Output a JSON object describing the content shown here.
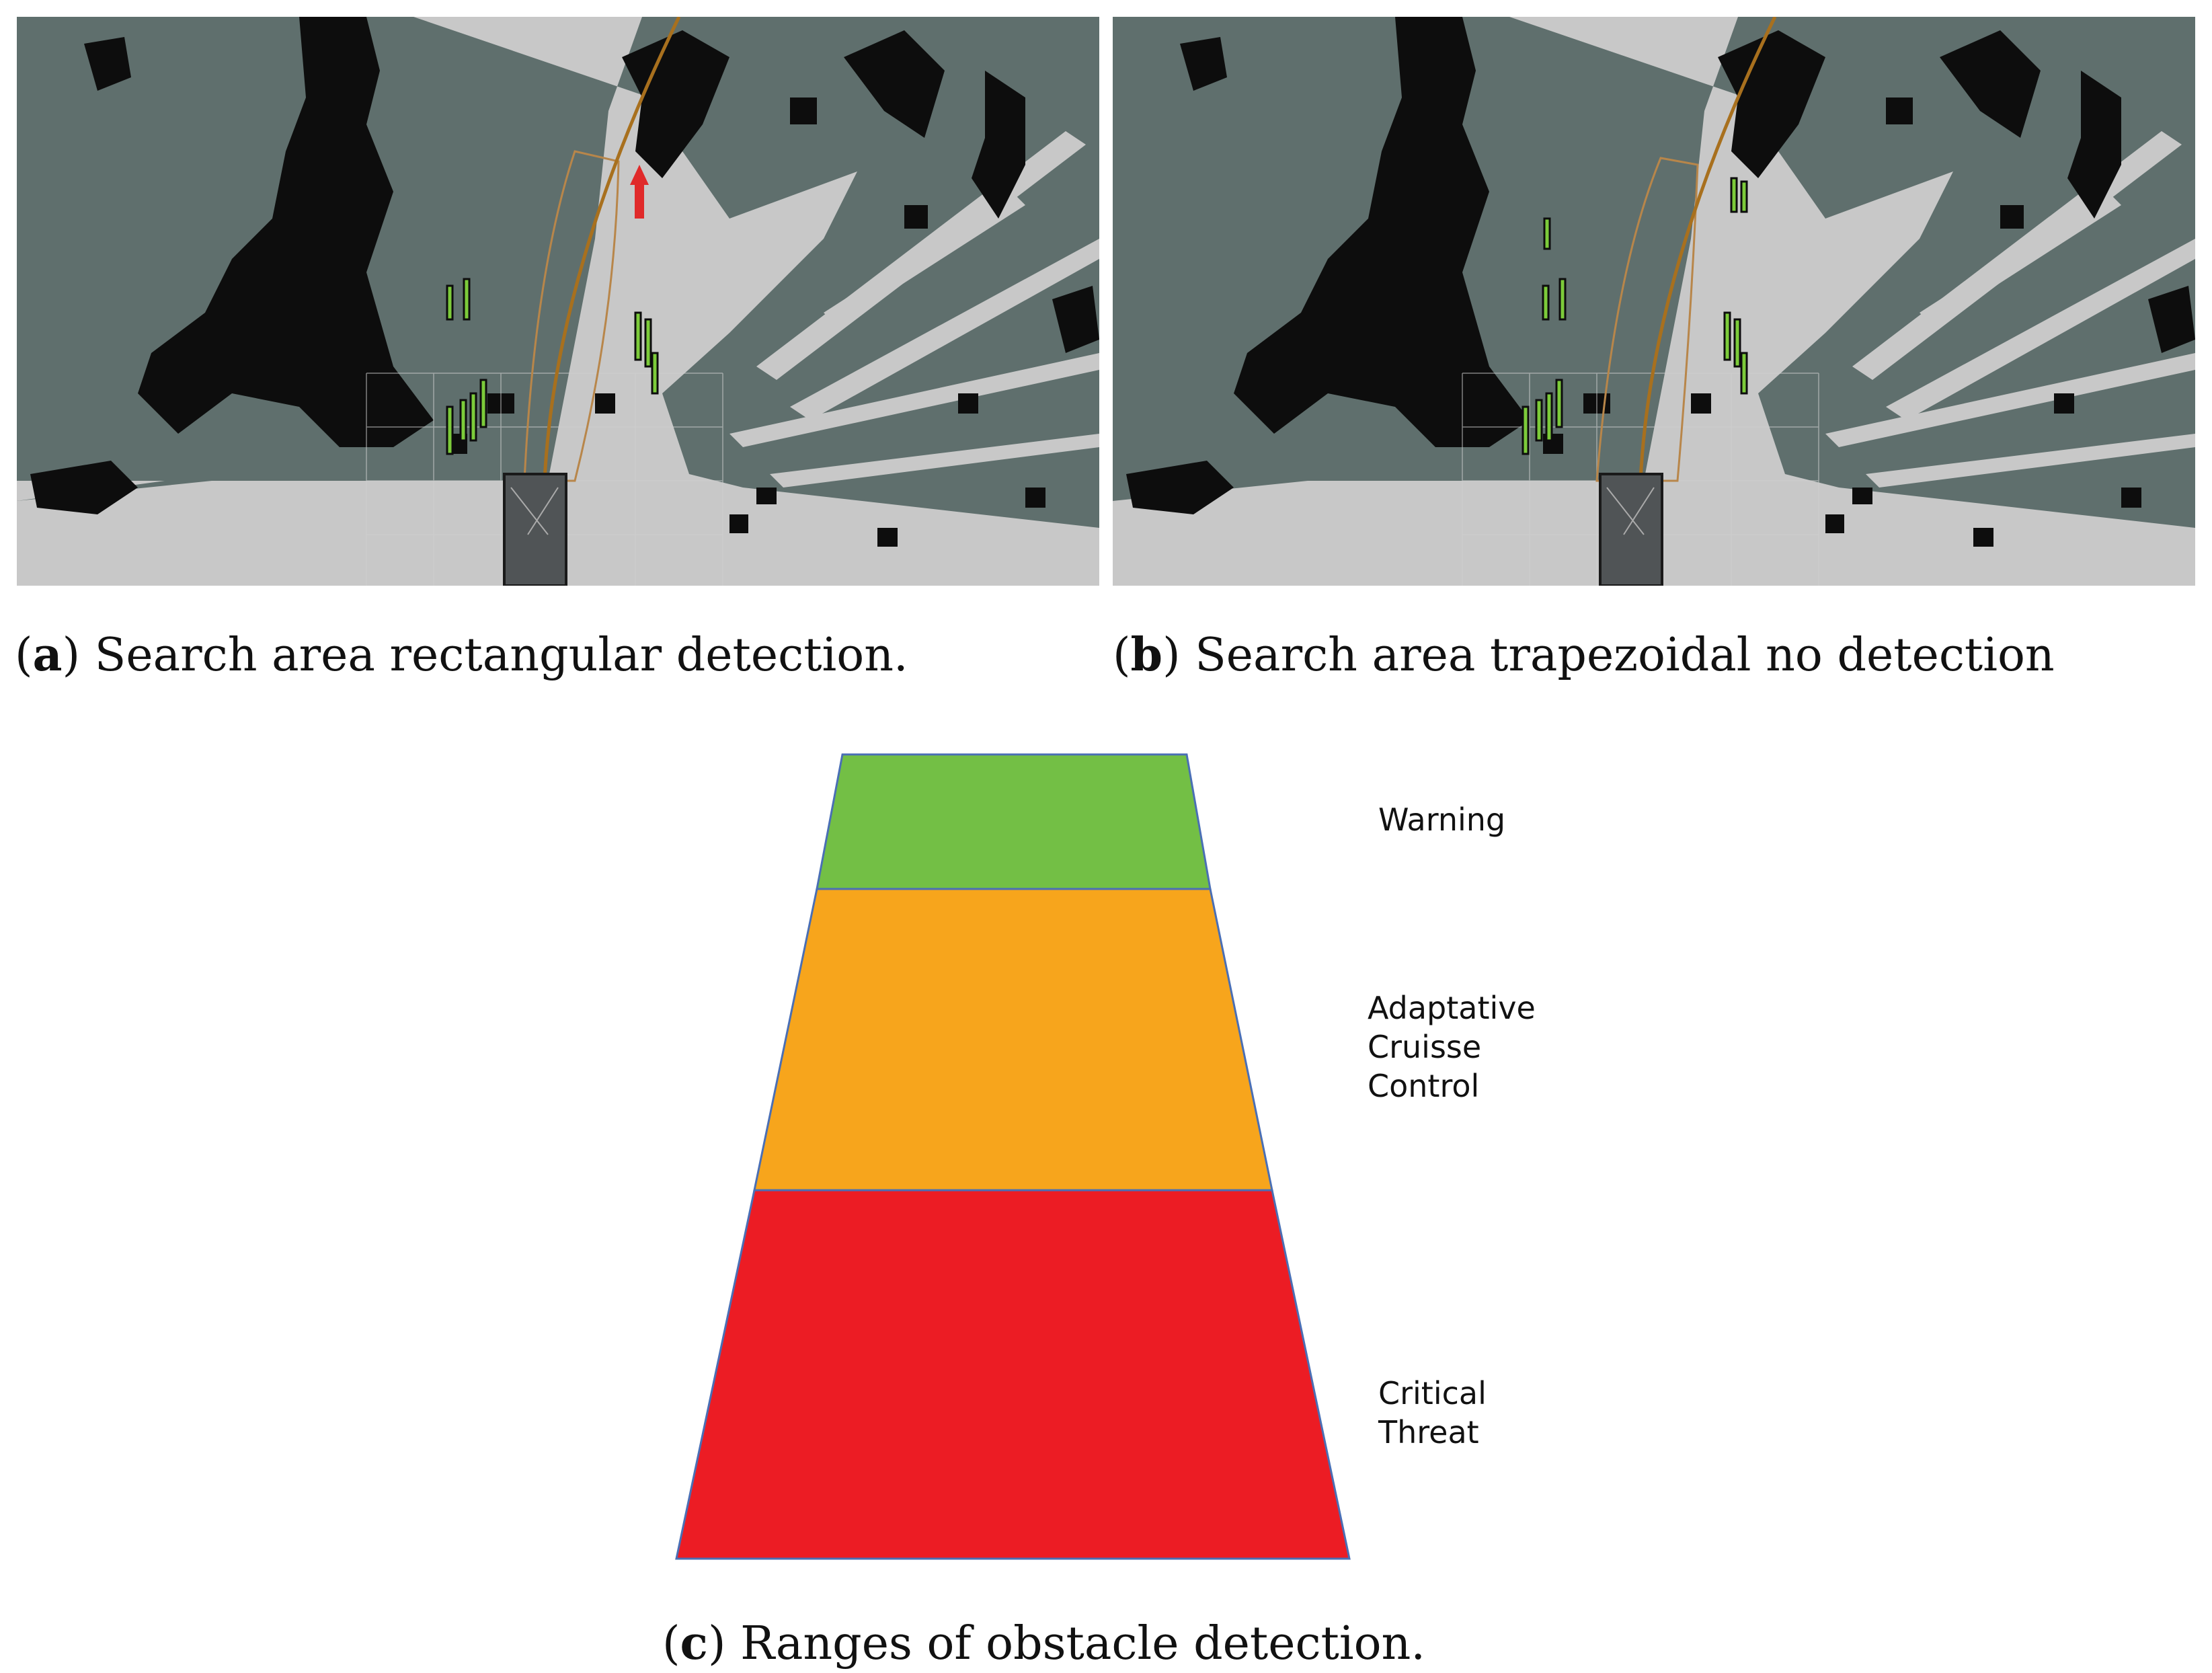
{
  "figure_a": {
    "caption_letter": "a",
    "caption_text": " Search area rectangular detection."
  },
  "figure_b": {
    "caption_letter": "b",
    "caption_text": " Search area trapezoidal no detection"
  },
  "figure_c": {
    "caption": "(c) Ranges of obstacle detection.",
    "zones": [
      {
        "label": "Warning",
        "color": "#73bf45"
      },
      {
        "label_lines": [
          "Adaptative",
          "Cruisse",
          "Control"
        ],
        "color": "#f7a51c"
      },
      {
        "label_lines": [
          "Critical",
          "Threat"
        ],
        "color": "#ec1c24"
      }
    ]
  },
  "colors": {
    "map_unknown": "#5f6f6d",
    "map_free": "#c8c8c8",
    "map_occupied": "#0d0d0d",
    "search_area_outline": "#b8864a",
    "trajectory": "#a8701e",
    "obstacle_marker": "#7ccb3a",
    "detected_marker": "#e02a2a",
    "vehicle": "#505456"
  }
}
